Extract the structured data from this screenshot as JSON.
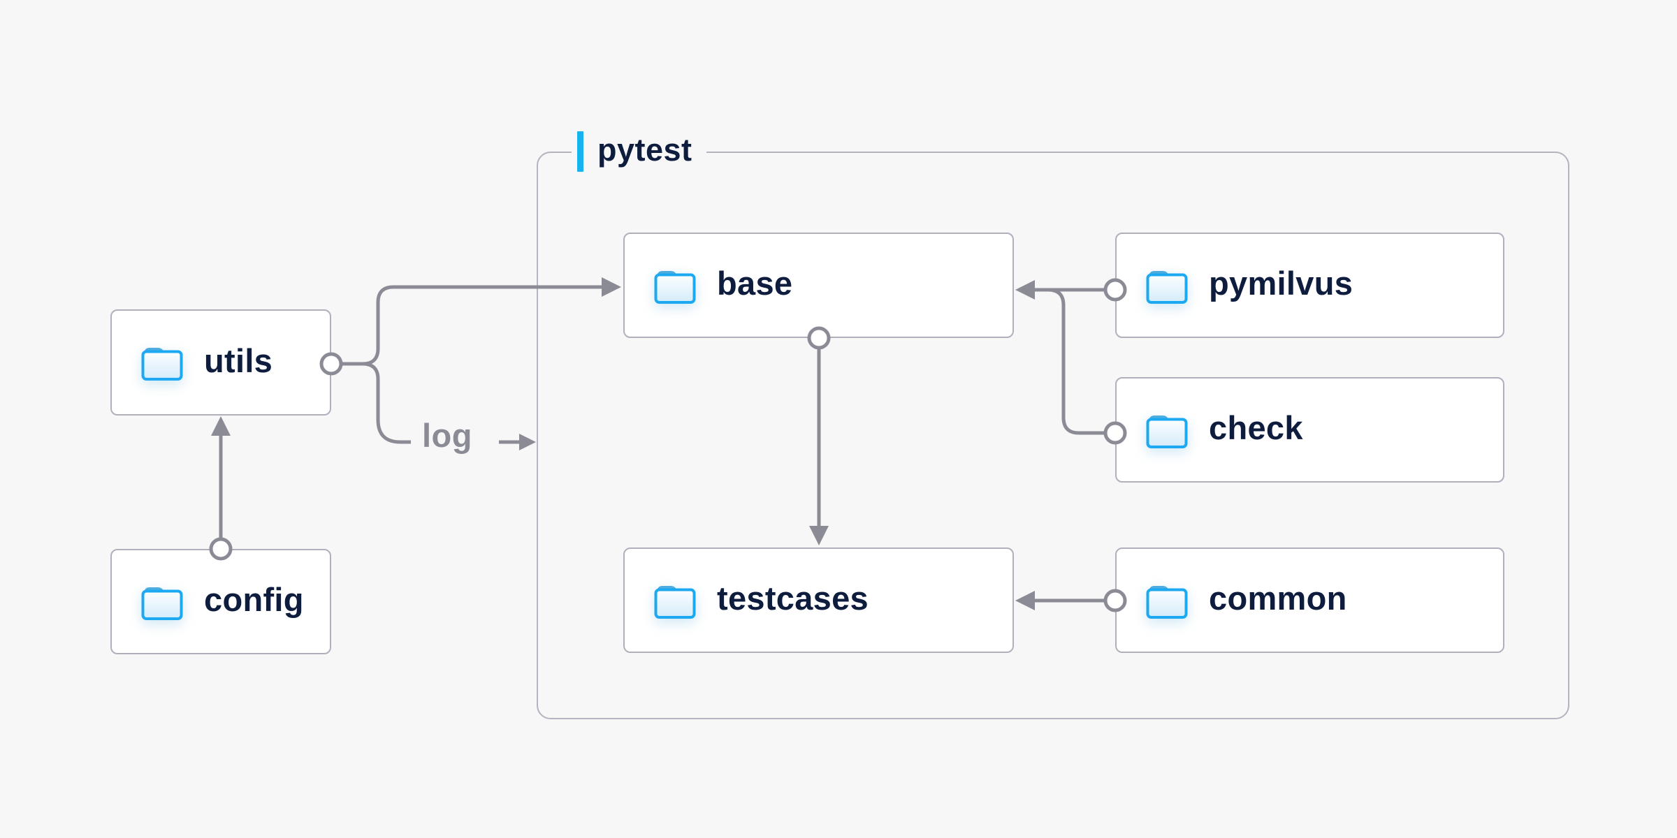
{
  "diagram": {
    "group": {
      "label": "pytest"
    },
    "nodes": {
      "utils": {
        "label": "utils"
      },
      "config": {
        "label": "config"
      },
      "base": {
        "label": "base"
      },
      "pymilvus": {
        "label": "pymilvus"
      },
      "check": {
        "label": "check"
      },
      "testcases": {
        "label": "testcases"
      },
      "common": {
        "label": "common"
      }
    },
    "edges": [
      {
        "from": "config",
        "to": "utils"
      },
      {
        "from": "utils",
        "to": "base"
      },
      {
        "from": "utils",
        "to": "pytest",
        "label": "log"
      },
      {
        "from": "pymilvus",
        "to": "base"
      },
      {
        "from": "check",
        "to": "base"
      },
      {
        "from": "base",
        "to": "testcases"
      },
      {
        "from": "common",
        "to": "testcases"
      }
    ],
    "edge_labels": {
      "log": "log"
    },
    "icons": {
      "node_icon": "folder-icon"
    },
    "colors": {
      "background": "#f7f7f8",
      "accent_blue": "#17b3ef",
      "folder_border_blue": "#1ca9f2",
      "folder_tab_blue": "#4facdf",
      "text_navy": "#0e1c3e",
      "line_gray": "#8b8b96",
      "box_border_gray": "#b0b0bc"
    }
  }
}
